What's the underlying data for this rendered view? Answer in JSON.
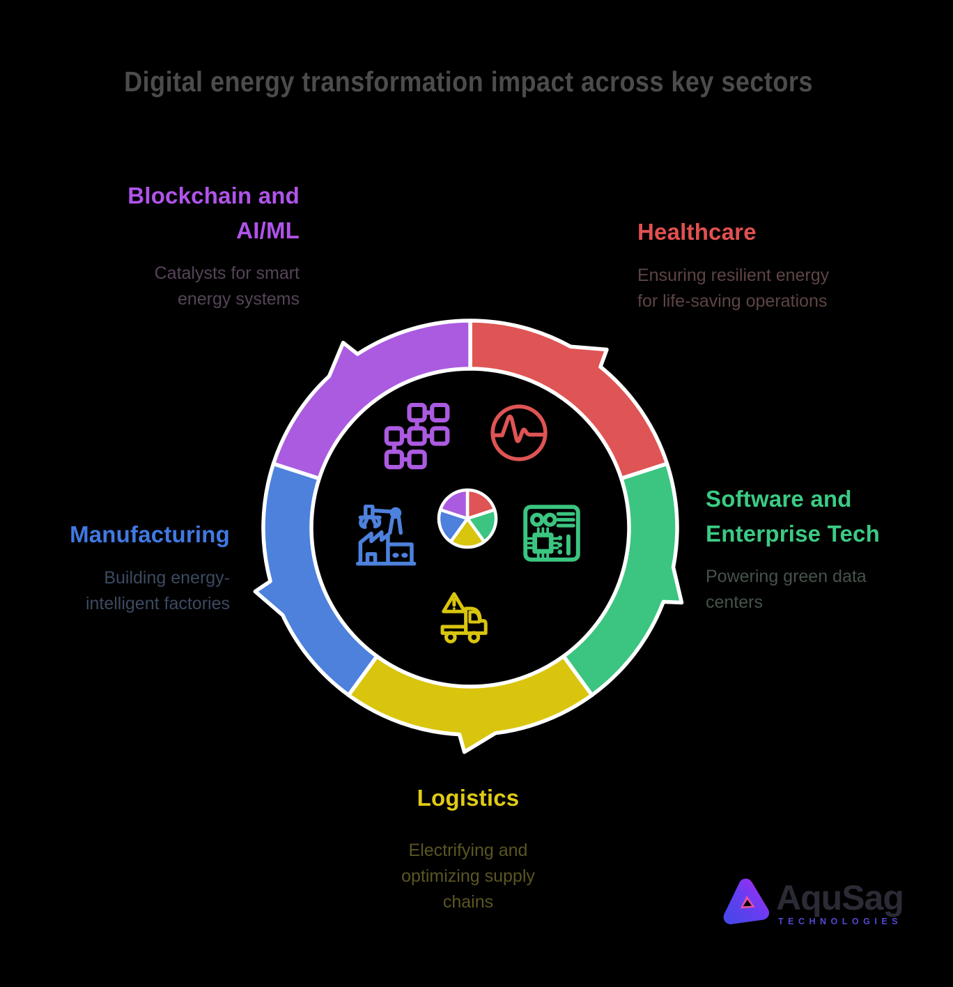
{
  "page": {
    "background": "#000000"
  },
  "title": {
    "text": "Digital energy transformation impact across key sectors",
    "color": "#4c4c4c"
  },
  "sectors": [
    {
      "name": "Healthcare",
      "description": "Ensuring resilient energy\nfor life-saving operations",
      "accent": "#e25050",
      "ring_color": "#df5454",
      "description_color": "#5e4444",
      "icon": "heartbeat-pulse-icon",
      "value": 20
    },
    {
      "name": "Software and\nEnterprise Tech",
      "description": "Powering green data\ncenters",
      "accent": "#3bcb84",
      "ring_color": "#3bc580",
      "description_color": "#46524a",
      "icon": "circuit-board-icon",
      "value": 20
    },
    {
      "name": "Logistics",
      "description": "Electrifying and\noptimizing supply\nchains",
      "accent": "#e0cb14",
      "ring_color": "#d9c50e",
      "description_color": "#5b5622",
      "icon": "delivery-truck-warning-icon",
      "value": 20
    },
    {
      "name": "Manufacturing",
      "description": "Building energy-\nintelligent factories",
      "accent": "#4079e2",
      "ring_color": "#4d81dc",
      "description_color": "#3c4a61",
      "icon": "factory-robot-arm-icon",
      "value": 20
    },
    {
      "name": "Blockchain and\nAI/ML",
      "description": "Catalysts for smart\nenergy systems",
      "accent": "#b054ea",
      "ring_color": "#ab5be0",
      "description_color": "#564459",
      "icon": "blockchain-network-icon",
      "value": 20
    }
  ],
  "chart_data": {
    "type": "pie",
    "title": "Digital energy transformation impact across key sectors",
    "categories": [
      "Healthcare",
      "Software and Enterprise Tech",
      "Logistics",
      "Manufacturing",
      "Blockchain and AI/ML"
    ],
    "values": [
      20,
      20,
      20,
      20,
      20
    ],
    "colors": [
      "#df5454",
      "#3bc580",
      "#d9c50e",
      "#4d81dc",
      "#ab5be0"
    ],
    "start_angle_deg": 0,
    "direction": "clockwise",
    "legend": "none",
    "notes": "Outer donut ring of five equal 72-degree segments with a clockwise arrow barb at each segment midpoint; small center pie repeats the same five equal segments"
  },
  "logo": {
    "name": "AquSag",
    "tagline": "TECHNOLOGIES",
    "text_color": "#2b2b36",
    "tagline_color": "#5348d4"
  }
}
